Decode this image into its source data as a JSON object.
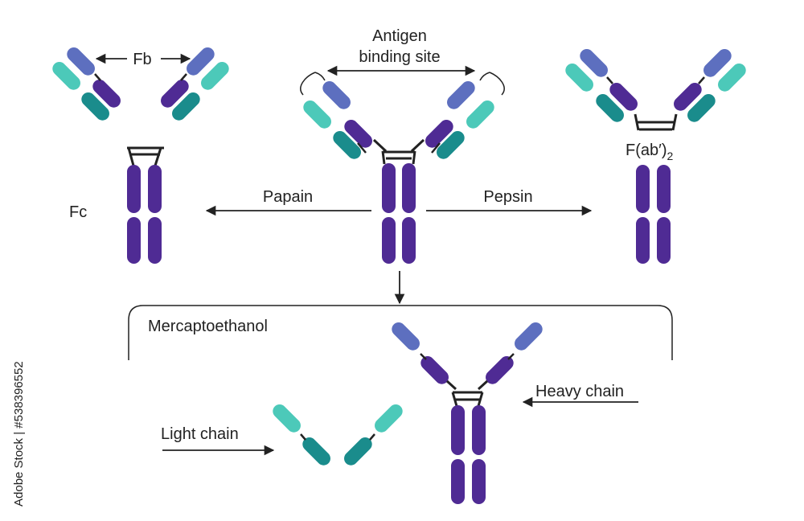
{
  "colors": {
    "heavy_dark": "#4f2b94",
    "heavy_light": "#5d6fbf",
    "light_teal": "#1a8c8c",
    "light_mint": "#4cc9b9",
    "line": "#222222"
  },
  "labels": {
    "fb": "Fb",
    "antigen_line1": "Antigen",
    "antigen_line2": "binding site",
    "fab2_base": "F(ab′)",
    "fab2_sub": "2",
    "fc": "Fc",
    "papain": "Papain",
    "pepsin": "Pepsin",
    "mercaptoethanol": "Mercaptoethanol",
    "heavy_chain": "Heavy chain",
    "light_chain": "Light chain"
  },
  "watermark": "Adobe Stock | #538396552"
}
